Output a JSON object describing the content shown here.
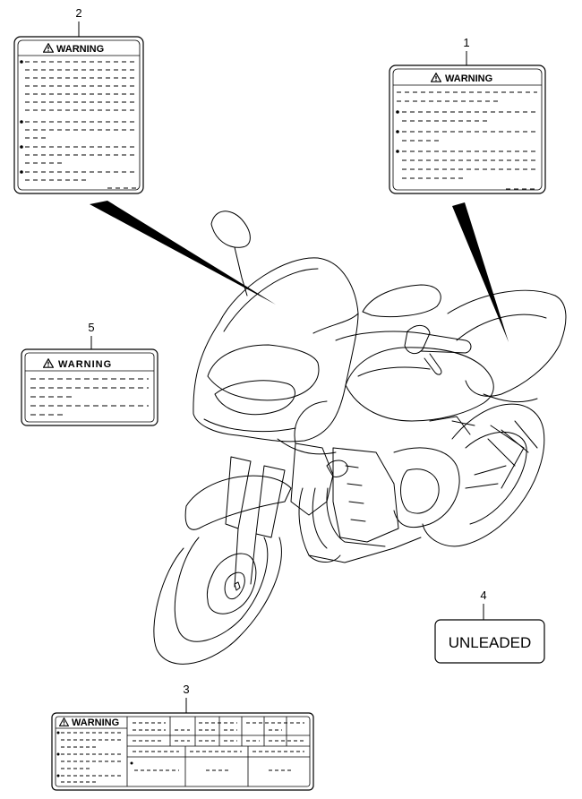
{
  "labels": [
    {
      "number": "1",
      "title": "WARNING"
    },
    {
      "number": "2",
      "title": "WARNING"
    },
    {
      "number": "3",
      "title": "WARNING"
    },
    {
      "number": "4",
      "text": "UNLEADED"
    },
    {
      "number": "5",
      "title": "WARNING"
    }
  ],
  "icons": {
    "warning": "warning-triangle-icon",
    "motorcycle": "motorcycle-illustration"
  },
  "colors": {
    "line": "#000000",
    "background": "#ffffff"
  }
}
